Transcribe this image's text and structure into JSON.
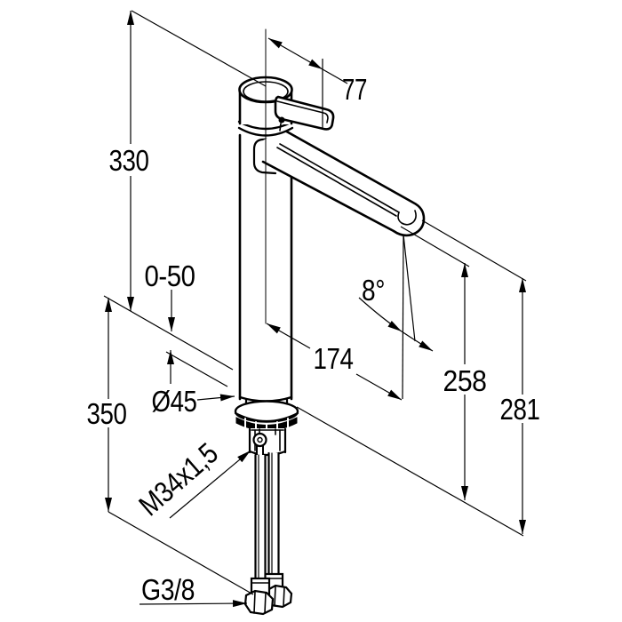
{
  "drawing": {
    "type": "technical-dimension-drawing",
    "subject": "tall single-lever basin mixer faucet",
    "background": "#ffffff",
    "line_color": "#000000",
    "labels": {
      "spout_head_width": "77",
      "spout_height": "330",
      "deck_thickness_range": "0-50",
      "spout_reach": "174",
      "spout_angle": "8°",
      "outlet_height": "258",
      "spout_tip_height": "281",
      "hose_drop_length": "350",
      "body_diameter": "Ø45",
      "shank_thread": "M34x1,5",
      "hose_connection_thread": "G3/8"
    }
  }
}
